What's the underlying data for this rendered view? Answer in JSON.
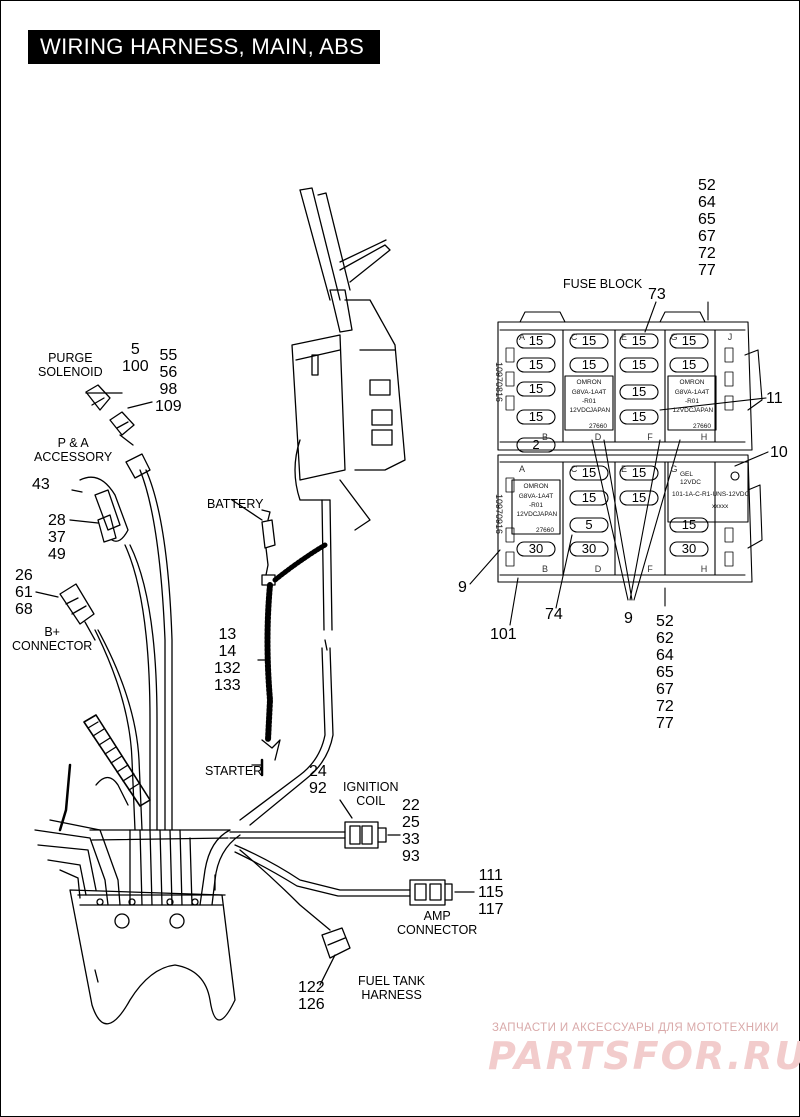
{
  "title": "WIRING HARNESS, MAIN, ABS",
  "labels": {
    "purge_solenoid": [
      "PURGE",
      "SOLENOID"
    ],
    "pa_accessory": [
      "P & A",
      "ACCESSORY"
    ],
    "b_plus_connector": [
      "B+",
      "CONNECTOR"
    ],
    "battery": "BATTERY",
    "starter": "STARTER",
    "ignition_coil": [
      "IGNITION",
      "COIL"
    ],
    "amp_connector": [
      "AMP",
      "CONNECTOR"
    ],
    "fuel_tank_harness": [
      "FUEL TANK",
      "HARNESS"
    ],
    "fuse_block": "FUSE BLOCK"
  },
  "callouts": {
    "purge_a": [
      "5",
      "100"
    ],
    "purge_b": [
      "55",
      "56",
      "98",
      "109"
    ],
    "pa": [
      "43"
    ],
    "pa_b": [
      "28",
      "37",
      "49"
    ],
    "bplus": [
      "26",
      "61",
      "68"
    ],
    "starter_cable": [
      "13",
      "14",
      "132",
      "133"
    ],
    "ignition_a": [
      "24",
      "92"
    ],
    "ignition_b": [
      "22",
      "25",
      "33",
      "93"
    ],
    "amp": [
      "111",
      "115",
      "117"
    ],
    "fuel_tank": [
      "122",
      "126"
    ],
    "fuse_top": [
      "52",
      "64",
      "65",
      "67",
      "72",
      "77"
    ],
    "fuse_bottom": [
      "52",
      "62",
      "64",
      "65",
      "67",
      "72",
      "77"
    ],
    "c73": "73",
    "c11": "11",
    "c10": "10",
    "c9_left": "9",
    "c9_bottom": "9",
    "c74": "74",
    "c101": "101"
  },
  "fuse_block": {
    "top_section": {
      "column_letters": [
        "A",
        "C",
        "E",
        "G",
        "J"
      ],
      "bottom_letters": [
        "B",
        "D",
        "F",
        "H"
      ],
      "fuses": [
        "15",
        "15",
        "15",
        "15",
        "15",
        "15",
        "15",
        "15",
        "15",
        "15",
        "15",
        "15",
        "2"
      ],
      "serial": "10970816",
      "relay_text": [
        "OMRON",
        "G8VA-1A4T",
        "-R01",
        "12VDC",
        "JAPAN",
        "27660"
      ]
    },
    "bottom_section": {
      "column_letters": [
        "A",
        "C",
        "E",
        "G"
      ],
      "bottom_letters": [
        "B",
        "D",
        "F",
        "H"
      ],
      "fuses": [
        "15",
        "15",
        "15",
        "15",
        "5",
        "30",
        "30",
        "15",
        "30"
      ],
      "serial": "10970916",
      "relay_text": [
        "OMRON",
        "G8VA-1A4T",
        "-R01",
        "12VDC",
        "JAPAN",
        "27660"
      ],
      "module_text": [
        "GEL",
        "12VDC",
        "101-1A-C-R1-UNS-12VDC",
        "xxxxx"
      ]
    }
  },
  "watermark": {
    "tagline": "ЗАПЧАСТИ И АКСЕССУАРЫ ДЛЯ МОТОТЕХНИКИ",
    "logo": "PARTSFOR.RU"
  },
  "colors": {
    "ink": "#000000",
    "background": "#ffffff",
    "watermark": "#e8b4b4"
  }
}
